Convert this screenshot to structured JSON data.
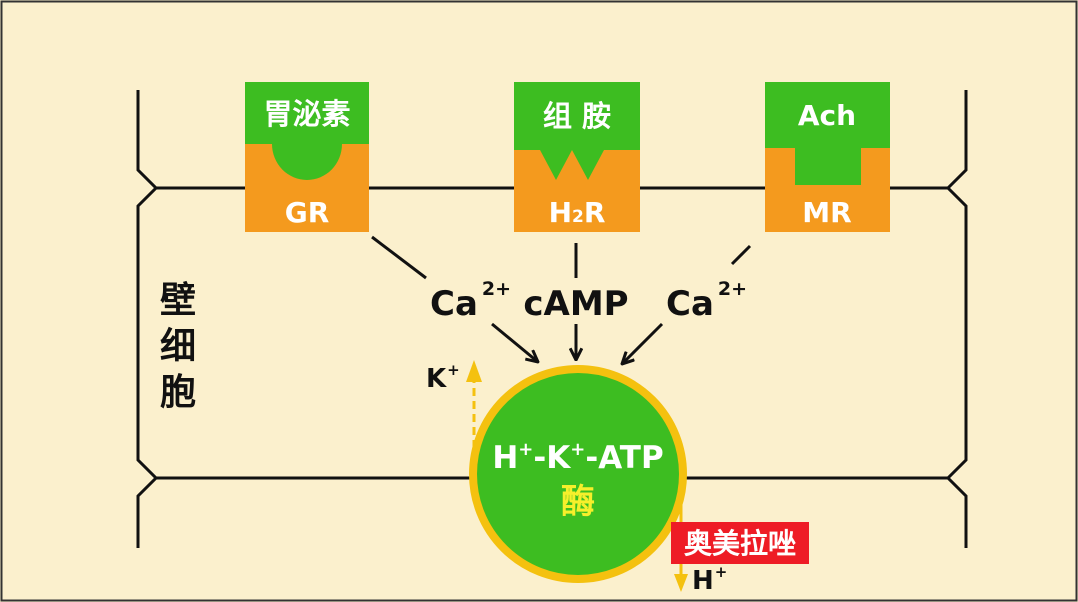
{
  "colors": {
    "background": "#fbf0cd",
    "green": "#3dbd21",
    "orange": "#f49a1e",
    "yellow": "#f4c10f",
    "text_yellow": "#f6ef2b",
    "red": "#ee1c25",
    "line": "#111111"
  },
  "receptors": [
    {
      "ligand": "胃泌素",
      "receptor": "GR"
    },
    {
      "ligand": "组 胺",
      "receptor_main": "H",
      "receptor_sub": "2",
      "receptor_tail": "R"
    },
    {
      "ligand": "Ach",
      "receptor": "MR"
    }
  ],
  "messengers": {
    "left": {
      "base": "Ca",
      "sup": "2+"
    },
    "center": "cAMP",
    "right": {
      "base": "Ca",
      "sup": "2+"
    }
  },
  "cell_label": [
    "壁",
    "细",
    "胞"
  ],
  "enzyme": {
    "line1_parts": [
      "H",
      "+",
      "-K",
      "+",
      "-ATP"
    ],
    "line2": "酶"
  },
  "k_ion": {
    "base": "K",
    "sup": "+"
  },
  "h_ion": {
    "base": "H",
    "sup": "+"
  },
  "drug": "奥美拉唑"
}
